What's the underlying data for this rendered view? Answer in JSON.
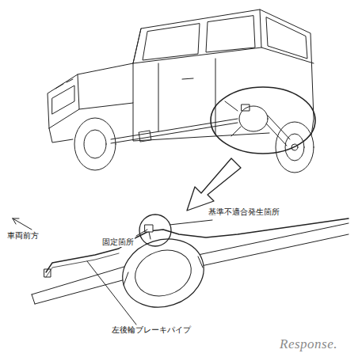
{
  "diagram": {
    "labels": [
      "基準不適合発生箇所",
      "固定箇所",
      "車両前方",
      "左後輪ブレーキパイプ",
      "Response."
    ]
  }
}
